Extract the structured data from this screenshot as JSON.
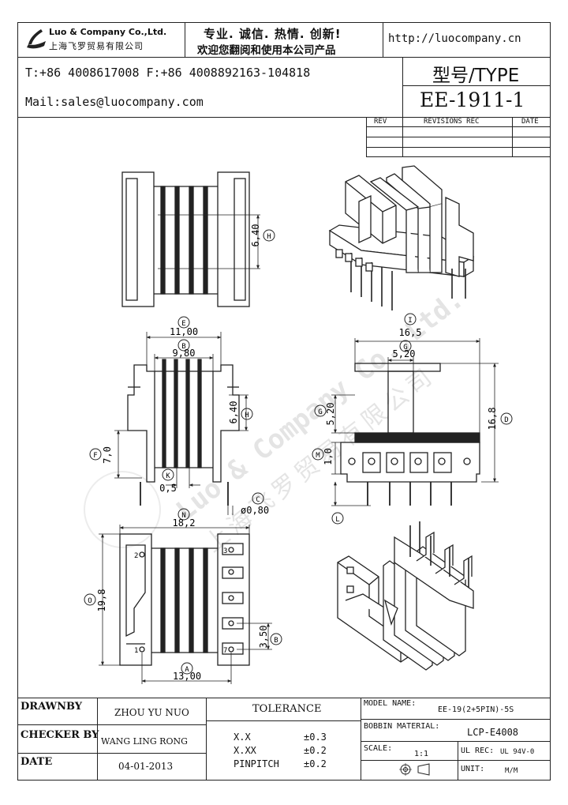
{
  "header": {
    "company_en": "Luo & Company Co.,Ltd.",
    "company_cn": "上海飞罗贸易有限公司",
    "slogan": "专业. 诚信.  热情.  创新!",
    "welcome": "欢迎您翻阅和使用本公司产品",
    "website": "http://luocompany.cn",
    "phone_fax": "T:+86 4008617008 F:+86 4008892163-104818",
    "mail": "Mail:sales@luocompany.com",
    "type_label": "型号/TYPE",
    "model": "EE-1911-1"
  },
  "revisions": {
    "col_rev": "REV",
    "col_rec": "REVISIONS REC",
    "col_date": "DATE"
  },
  "drawing": {
    "dim_640_top": "6,40",
    "mark_h_top": "H",
    "dim_e": "E",
    "dim_1100": "11,00",
    "dim_b": "B",
    "dim_980": "9,80",
    "dim_640_mid": "6,40",
    "mark_h_mid": "H",
    "dim_f": "F",
    "dim_70": "7,0",
    "dim_k": "K",
    "dim_05": "0,5",
    "dim_c": "C",
    "dim_080": "ø0,80",
    "dim_i": "I",
    "dim_165": "16,5",
    "dim_g": "G",
    "dim_520_top": "5,20",
    "dim_520_side": "5,20",
    "mark_g_side": "G",
    "dim_168": "16,8",
    "dim_d": "D",
    "dim_m": "M",
    "dim_10": "1,0",
    "dim_l": "L",
    "dim_n": "N",
    "dim_182": "18,2",
    "dim_o": "O",
    "dim_198": "19,8",
    "dim_350": "3,50",
    "mark_b_bot": "B",
    "dim_a": "A",
    "dim_1300": "13,00",
    "pin_1": "1",
    "pin_2": "2",
    "pin_3": "3",
    "pin_7": "7",
    "watermark": "Luo & Company Co.,Ltd.",
    "watermark_cn": "上海飞罗贸易有限公司"
  },
  "titleblock": {
    "drawnby_label": "DRAWNBY",
    "drawnby_value": "ZHOU YU NUO",
    "checker_label": "CHECKER BY",
    "checker_value": "WANG LING RONG",
    "date_label": "DATE",
    "date_value": "04-01-2013",
    "tolerance_label": "TOLERANCE",
    "tol_rows": [
      {
        "key": "X.X",
        "val": "±0.3"
      },
      {
        "key": "X.XX",
        "val": "±0.2"
      },
      {
        "key": "PINPITCH",
        "val": "±0.2"
      }
    ],
    "model_name_label": "MODEL NAME:",
    "model_name_value": "EE-19(2+5PIN)-5S",
    "bobbin_label": "BOBBIN MATERIAL:",
    "bobbin_value": "LCP-E4008",
    "scale_label": "SCALE:",
    "scale_value": "1:1",
    "ul_label": "UL REC:",
    "ul_value": "UL 94V-0",
    "unit_label": "UNIT:",
    "unit_value": "M/M"
  }
}
